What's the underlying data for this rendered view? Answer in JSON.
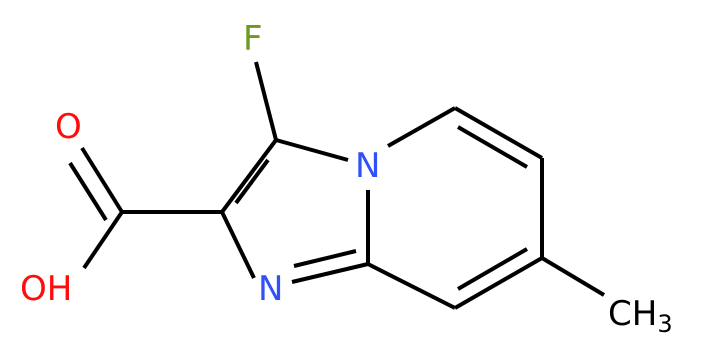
{
  "molecule": {
    "atoms": {
      "fluorine": {
        "text": "F",
        "color": "#6b9a1f"
      },
      "nitrogen_bridge": {
        "text": "N",
        "color": "#3050f8"
      },
      "nitrogen_imine": {
        "text": "N",
        "color": "#3050f8"
      },
      "oxygen_carbonyl": {
        "text": "O",
        "color": "#ff0d0d"
      },
      "hydroxyl": {
        "text": "OH",
        "color": "#ff0d0d"
      },
      "methyl": {
        "text": "CH",
        "subscript": "3",
        "color": "#000000"
      }
    },
    "bond_color": "#000000"
  }
}
